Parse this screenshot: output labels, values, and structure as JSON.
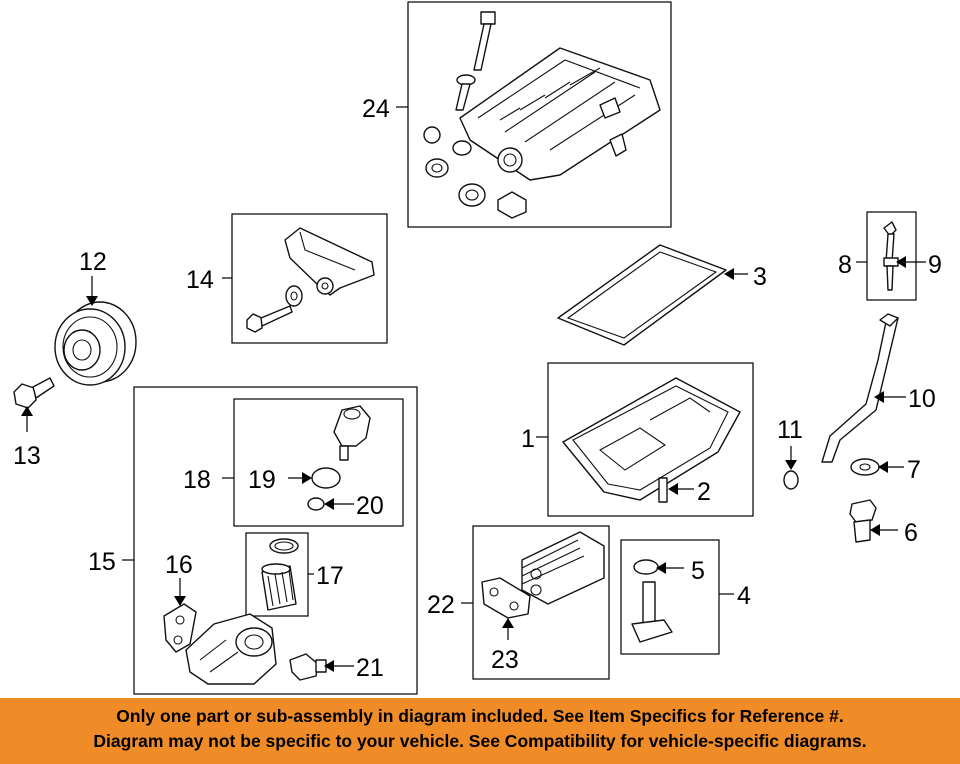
{
  "callouts": [
    "1",
    "2",
    "3",
    "4",
    "5",
    "6",
    "7",
    "8",
    "9",
    "10",
    "11",
    "12",
    "13",
    "14",
    "15",
    "16",
    "17",
    "18",
    "19",
    "20",
    "21",
    "22",
    "23",
    "24"
  ],
  "footer": {
    "line1": "Only one part or sub-assembly in diagram included. See Item Specifics for Reference #.",
    "line2": "Diagram may not be specific to your vehicle. See Compatibility for vehicle-specific diagrams."
  },
  "colors": {
    "footer_background": "#f08c28",
    "line_art": "#111111",
    "background": "#ffffff"
  }
}
